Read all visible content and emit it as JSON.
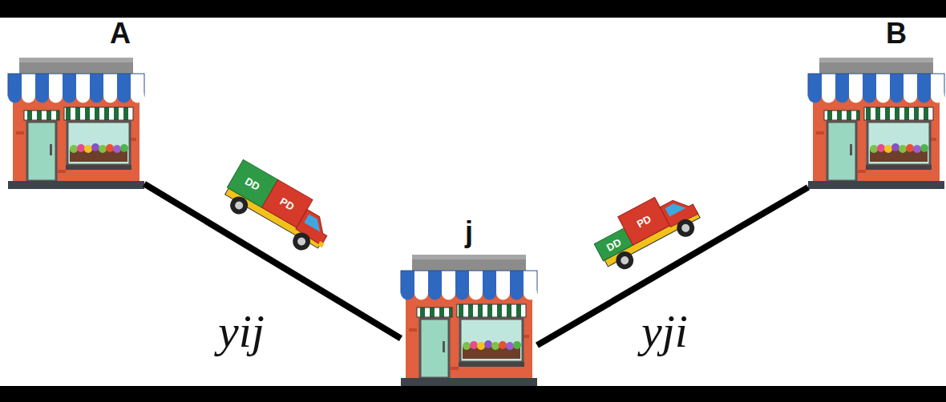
{
  "diagram": {
    "nodes": [
      {
        "text": [
          "A"
        ]
      },
      {
        "text": [
          "B"
        ]
      },
      {
        "text": [
          "j"
        ]
      }
    ],
    "edges": [
      {
        "from": 0,
        "to": 2,
        "label": "yij",
        "arrow": "none"
      },
      {
        "from": 2,
        "to": 1,
        "label": "yji",
        "arrow": "none"
      }
    ],
    "labels": [
      "DD",
      "PD",
      "DD",
      "PD"
    ]
  }
}
